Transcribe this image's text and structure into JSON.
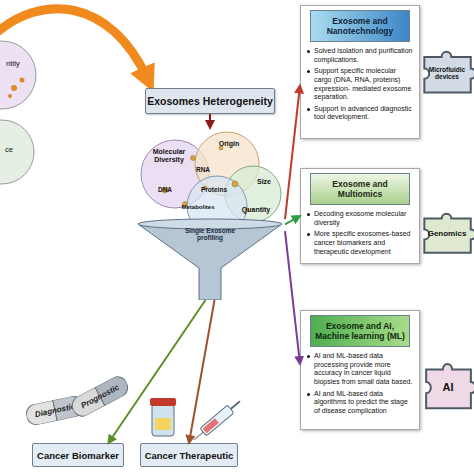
{
  "diagram": {
    "nodes": [
      {
        "text": [
          "Exosomes Heterogeneity"
        ]
      },
      {
        "text": [
          "Single Exosome profiling"
        ]
      },
      {
        "text": [
          "Exosome and Nanotechnology",
          "Solved isolation and purification complications.",
          "Support specific molecular cargo (DNA, RNA, proteins) expression- mediated exosome separation.",
          "Support in advanced diagnostic tool development."
        ]
      },
      {
        "text": [
          "Microfluidic devices"
        ]
      },
      {
        "text": [
          "Exosome and Multiomics",
          "Decoding exosome molecular diversity",
          "More specific exosomes-based cancer biomarkers and therapeutic development"
        ]
      },
      {
        "text": [
          "Genomics"
        ]
      },
      {
        "text": [
          "Exosome and AI, Machine learning (ML)",
          "AI and ML-based data processing provide more accuracy in cancer liquid biopsies from small data based.",
          "AI and ML-based data algorithms to predict the stage of disease complication"
        ]
      },
      {
        "text": [
          "AI"
        ]
      },
      {
        "text": [
          "Diagnostic"
        ]
      },
      {
        "text": [
          "Prognostic"
        ]
      },
      {
        "text": [
          "Cancer Biomarker"
        ]
      },
      {
        "text": [
          "Cancer Therapeutic"
        ]
      }
    ],
    "edges": [
      {
        "from": 0,
        "to": 1,
        "arrow": "to"
      },
      {
        "from": 1,
        "to": 2,
        "arrow": "to"
      },
      {
        "from": 1,
        "to": 4,
        "arrow": "to"
      },
      {
        "from": 1,
        "to": 6,
        "arrow": "to"
      },
      {
        "from": 1,
        "to": 10,
        "arrow": "to"
      },
      {
        "from": 1,
        "to": 11,
        "arrow": "to"
      }
    ],
    "labels": [
      "ntity",
      "ce",
      "Molecular Diversity",
      "Origin",
      "Size",
      "Quantity",
      "DNA",
      "RNA",
      "Proteins",
      "Metabolites"
    ]
  }
}
